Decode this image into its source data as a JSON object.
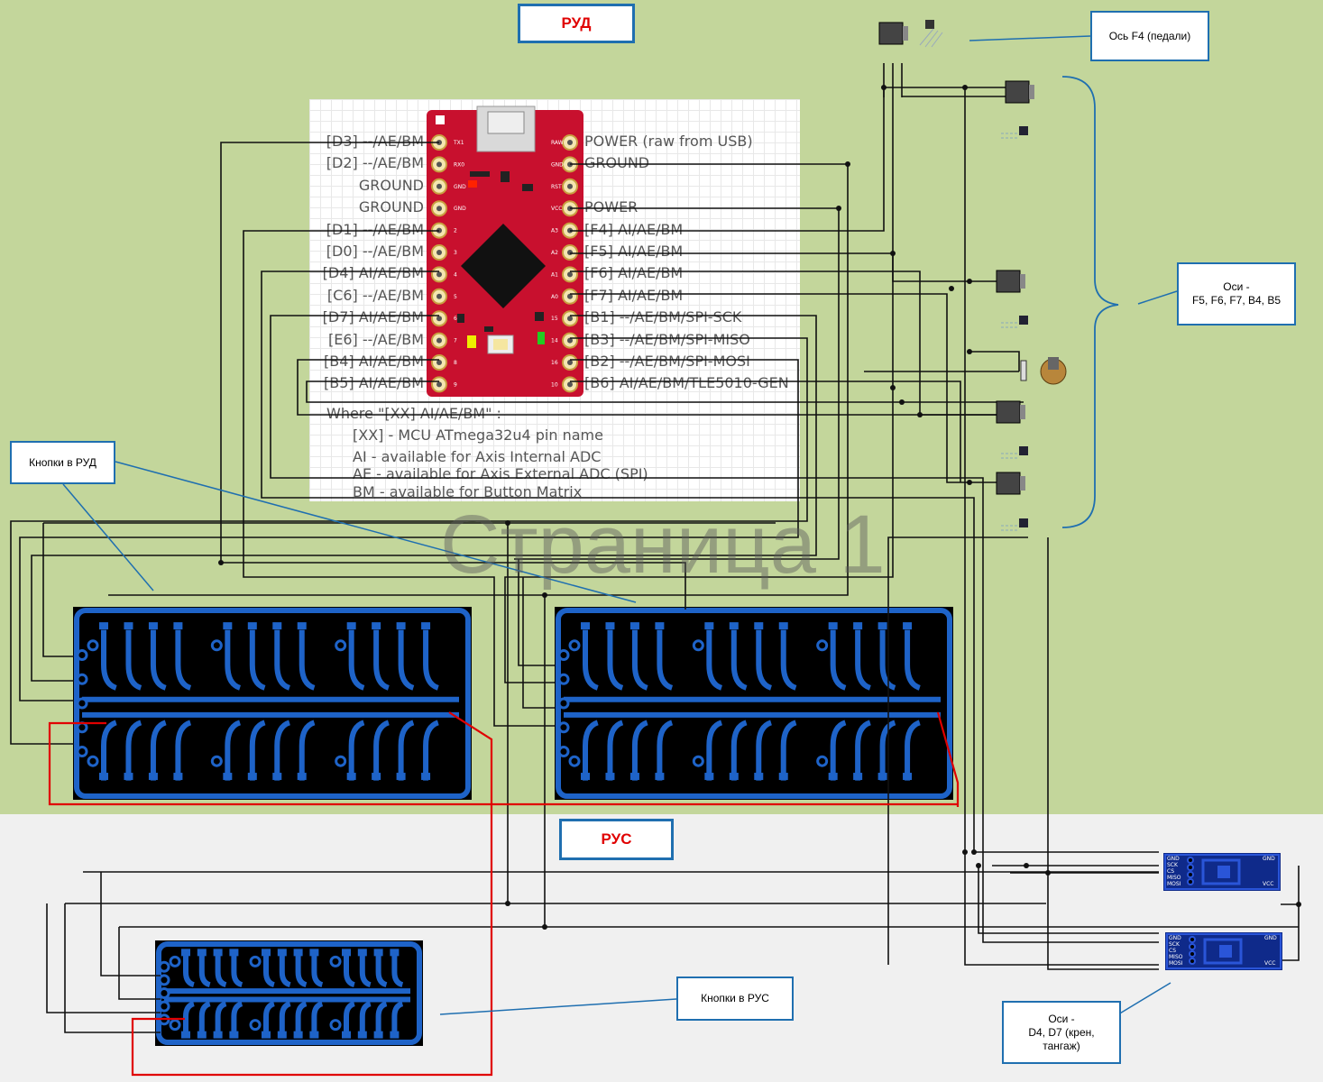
{
  "colors": {
    "top_bg": "#c3d69b",
    "bottom_bg": "#f0f0f0",
    "pcb_trace": "#1e63c8",
    "pcb_bg": "#000000",
    "accent": "#1f6fb0",
    "red_wire": "#e00000"
  },
  "sections": {
    "rud_title": "РУД",
    "rus_title": "РУС"
  },
  "callouts": {
    "axis_f4": "Ось F4 (педали)",
    "axes_f": "Оси -\nF5, F6, F7, B4, B5",
    "buttons_rud": "Кнопки в РУД",
    "buttons_rus": "Кнопки в РУС",
    "axes_d": "Оси -\nD4, D7 (крен,\nтангаж)"
  },
  "board": {
    "left_pins": [
      "[D3] --/AE/BM",
      "[D2] --/AE/BM",
      "GROUND",
      "GROUND",
      "[D1] --/AE/BM",
      "[D0] --/AE/BM",
      "[D4] AI/AE/BM",
      "[C6] --/AE/BM",
      "[D7] AI/AE/BM",
      "[E6] --/AE/BM",
      "[B4] AI/AE/BM",
      "[B5] AI/AE/BM"
    ],
    "right_pins": [
      "POWER (raw from USB)",
      "GROUND",
      "",
      "POWER",
      "[F4] AI/AE/BM",
      "[F5] AI/AE/BM",
      "[F6] AI/AE/BM",
      "[F7] AI/AE/BM",
      "[B1] --/AE/BM/SPI-SCK",
      "[B3] --/AE/BM/SPI-MISO",
      "[B2] --/AE/BM/SPI-MOSI",
      "[B6] AI/AE/BM/TLE5010-GEN"
    ],
    "left_silk": [
      "TX1",
      "RX0",
      "GND",
      "GND",
      "2",
      "3",
      "4",
      "5",
      "6",
      "7",
      "8",
      "9"
    ],
    "right_silk": [
      "RAW",
      "GND",
      "RST",
      "VCC",
      "A3",
      "A2",
      "A1",
      "A0",
      "15",
      "14",
      "16",
      "10"
    ],
    "legend": [
      "Where \"[XX] AI/AE/BM\" :",
      "[XX] - MCU ATmega32u4 pin name",
      "AI - available for Axis Internal ADC",
      "AE - available for Axis External ADC (SPI)",
      "BM - available for Button Matrix"
    ]
  },
  "watermark": "Страница 1",
  "sensor_labels": [
    "GND",
    "SCK",
    "CS",
    "MISO",
    "MOSI",
    "GND",
    "VCC"
  ]
}
